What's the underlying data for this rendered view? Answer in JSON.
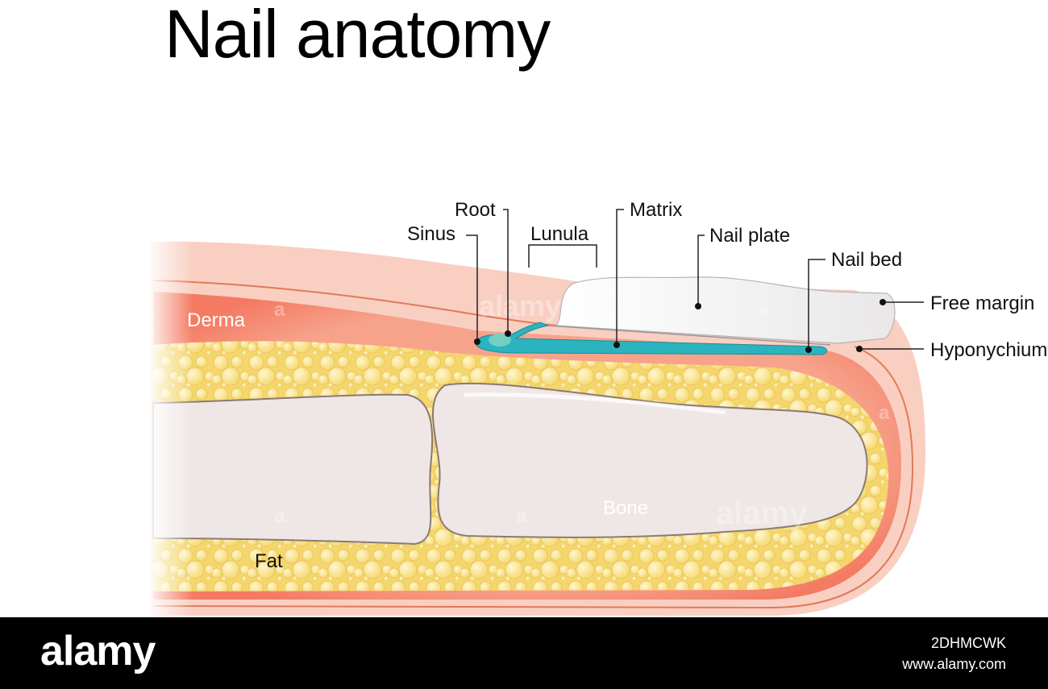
{
  "title": "Nail anatomy",
  "labels": {
    "root": "Root",
    "sinus": "Sinus",
    "lunula": "Lunula",
    "matrix": "Matrix",
    "nail_plate": "Nail plate",
    "nail_bed": "Nail bed",
    "free_margin": "Free margin",
    "hyponychium": "Hyponychium",
    "derma": "Derma",
    "bone": "Bone",
    "fat": "Fat"
  },
  "watermark": {
    "text": "alamy",
    "letter": "a"
  },
  "footer": {
    "logo": "alamy",
    "image_id": "2DHMCWK",
    "url": "www.alamy.com"
  },
  "colors": {
    "skin": "#f9cfc2",
    "derma": "#f58f77",
    "fat": "#f3dc7e",
    "bone": "#efe6e6",
    "nail_plate": "#f7f6f6",
    "matrix": "#2bb3bf",
    "outline": "#e07a58"
  }
}
